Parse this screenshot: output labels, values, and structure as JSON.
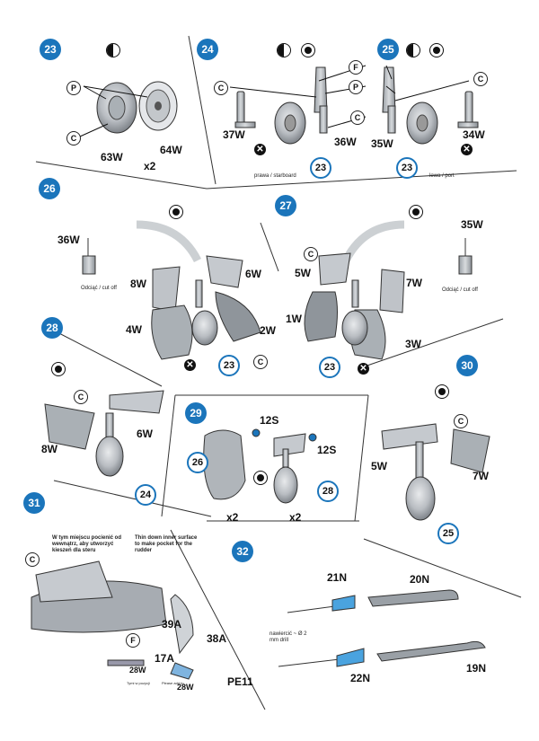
{
  "steps": [
    "23",
    "24",
    "25",
    "26",
    "27",
    "28",
    "29",
    "30",
    "31",
    "32"
  ],
  "parts": {
    "p63w": "63W",
    "x2a": "x2",
    "p64w": "64W",
    "p37w": "37W",
    "p36w_24": "36W",
    "p35w_25": "35W",
    "p34w": "34W",
    "p36w_26": "36W",
    "p8w_26": "8W",
    "p4w": "4W",
    "p6w_26": "6W",
    "p2w": "2W",
    "p5w_27": "5W",
    "p1w": "1W",
    "p7w_27": "7W",
    "p3w": "3W",
    "p35w_27": "35W",
    "p8w_28": "8W",
    "p6w_28": "6W",
    "p12s_a": "12S",
    "p12s_b": "12S",
    "x2b": "x2",
    "x2c": "x2",
    "p5w_30": "5W",
    "p7w_30": "7W",
    "p39a": "39A",
    "p38a": "38A",
    "p17a": "17A",
    "p28w_a": "28W",
    "p28w_b": "28W",
    "pe11": "PE11",
    "p21n": "21N",
    "p20n": "20N",
    "p22n": "22N",
    "p19n": "19N"
  },
  "letters": {
    "l_p23": "P",
    "l_c23": "C",
    "l_c24": "C",
    "l_f": "F",
    "l_p24": "P",
    "l_c24b": "C",
    "l_c25": "C",
    "l_c26": "C",
    "l_c27": "C",
    "l_c28": "C",
    "l_c30": "C",
    "l_c31": "C",
    "l_f31": "F"
  },
  "refs": {
    "r23a": "23",
    "r23b": "23",
    "r23c": "23",
    "r23d": "23",
    "r24": "24",
    "r26": "26",
    "r28": "28",
    "r25": "25"
  },
  "notes": {
    "starboard": "prawa / starboard",
    "port": "lewa / port",
    "cutoff_l": "Odciąć / cut off",
    "cutoff_r": "Odciąć / cut off",
    "pl_note": "W tym miejscu pocienić od wewnątrz, aby utworzyć kieszeń dla steru",
    "en_note": "Thin down inner surface to make pocket for the rudder",
    "drill": "nawiercić ~ Ø 2 mm drill",
    "pe_note_l": "Tymi w pozycji",
    "pe_note_r": "Please add to"
  },
  "colors": {
    "step_blue": "#1b75bb",
    "part_grey": "#b7bcc2",
    "part_dark": "#8a8f96",
    "accent_blue": "#4aa3df"
  }
}
